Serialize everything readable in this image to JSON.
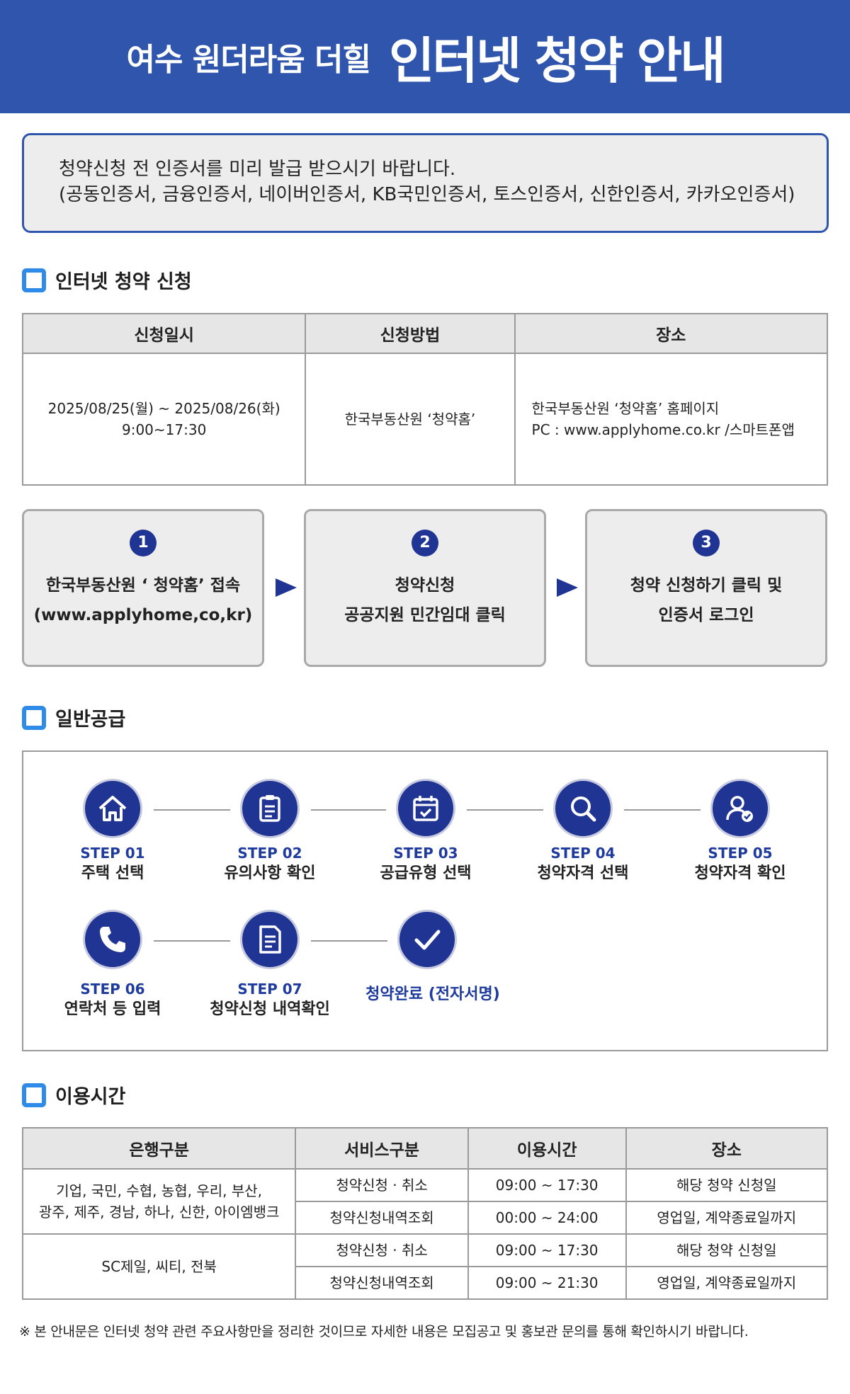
{
  "banner": {
    "subtitle": "여수 원더라움 더힐",
    "title": "인터넷 청약 안내"
  },
  "notice": {
    "line1": "청약신청 전 인증서를 미리 발급 받으시기 바랍니다.",
    "line2": "(공동인증서, 금융인증서, 네이버인증서, KB국민인증서, 토스인증서, 신한인증서, 카카오인증서)"
  },
  "section_apply": {
    "title": "인터넷 청약 신청",
    "headers": [
      "신청일시",
      "신청방법",
      "장소"
    ],
    "date_line1": "2025/08/25(월) ~ 2025/08/26(화)",
    "date_line2": "9:00~17:30",
    "method": "한국부동산원 ‘청약홈’",
    "place_line1": "한국부동산원 ‘청약홈’ 홈페이지",
    "place_line2": "PC : www.applyhome.co.kr /스마트폰앱"
  },
  "process": [
    {
      "num": "1",
      "line1": "한국부동산원 ‘ 청약홈’ 접속",
      "line2": "(www.applyhome,co,kr)"
    },
    {
      "num": "2",
      "line1": "청약신청",
      "line2": "공공지원 민간임대 클릭"
    },
    {
      "num": "3",
      "line1": "청약 신청하기 클릭 및",
      "line2": "인증서 로그인"
    }
  ],
  "section_general": {
    "title": "일반공급",
    "steps": [
      {
        "step": "STEP 01",
        "name": "주택 선택",
        "icon": "house-icon"
      },
      {
        "step": "STEP 02",
        "name": "유의사항 확인",
        "icon": "clipboard-icon"
      },
      {
        "step": "STEP 03",
        "name": "공급유형 선택",
        "icon": "calendar-check-icon"
      },
      {
        "step": "STEP 04",
        "name": "청약자격 선택",
        "icon": "search-icon"
      },
      {
        "step": "STEP 05",
        "name": "청약자격 확인",
        "icon": "user-check-icon"
      },
      {
        "step": "STEP 06",
        "name": "연락처 등 입력",
        "icon": "phone-icon"
      },
      {
        "step": "STEP 07",
        "name": "청약신청 내역확인",
        "icon": "document-icon"
      }
    ],
    "done": "청약완료 (전자서명)"
  },
  "section_hours": {
    "title": "이용시간",
    "headers": [
      "은행구분",
      "서비스구분",
      "이용시간",
      "장소"
    ],
    "group1_banks_line1": "기업, 국민, 수협, 농협, 우리, 부산,",
    "group1_banks_line2": "광주, 제주, 경남, 하나, 신한, 아이엠뱅크",
    "group2_banks": "SC제일, 씨티, 전북",
    "rows": [
      {
        "service": "청약신청 · 취소",
        "time": "09:00 ~ 17:30",
        "place": "해당 청약 신청일"
      },
      {
        "service": "청약신청내역조회",
        "time": "00:00 ~ 24:00",
        "place": "영업일, 계약종료일까지"
      },
      {
        "service": "청약신청 · 취소",
        "time": "09:00 ~ 17:30",
        "place": "해당 청약 신청일"
      },
      {
        "service": "청약신청내역조회",
        "time": "09:00 ~ 21:30",
        "place": "영업일, 계약종료일까지"
      }
    ]
  },
  "footnote": "※ 본 안내문은 인터넷 청약 관련 주요사항만을 정리한 것이므로 자세한 내용은 모집공고 및 홍보관 문의를 통해 확인하시기 바랍니다.",
  "colors": {
    "brand": "#2f55ad",
    "navy": "#1f3493",
    "accent_box": "#2e8ce8"
  }
}
